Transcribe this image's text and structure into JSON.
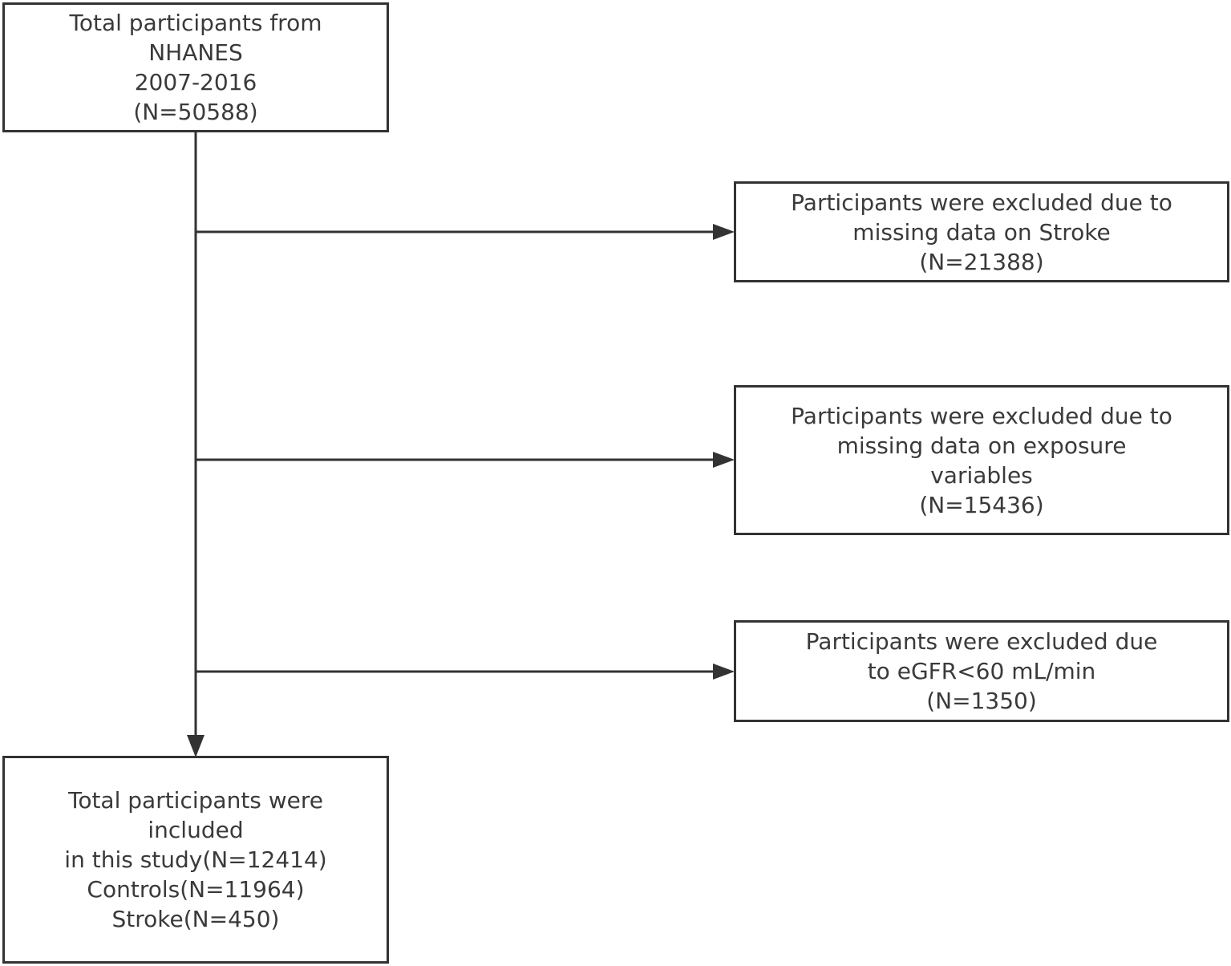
{
  "boxes": {
    "total": {
      "lines": [
        "Total participants from",
        "NHANES",
        "2007-2016",
        "(N=50588)"
      ]
    },
    "excluded_stroke": {
      "lines": [
        "Participants were excluded due to",
        "missing data on Stroke",
        "(N=21388)"
      ]
    },
    "excluded_exposure": {
      "lines": [
        "Participants were excluded due to",
        "missing data on exposure",
        "variables",
        "(N=15436)"
      ]
    },
    "excluded_egfr": {
      "lines": [
        "Participants were excluded due",
        "to eGFR<60 mL/min",
        "(N=1350)"
      ]
    },
    "included": {
      "lines": [
        "Total participants were",
        "included",
        "in this study(N=12414)",
        "Controls(N=11964)",
        "Stroke(N=450)"
      ]
    }
  },
  "colors": {
    "line": "#333333",
    "text": "#3a3a3a",
    "background": "#ffffff"
  }
}
